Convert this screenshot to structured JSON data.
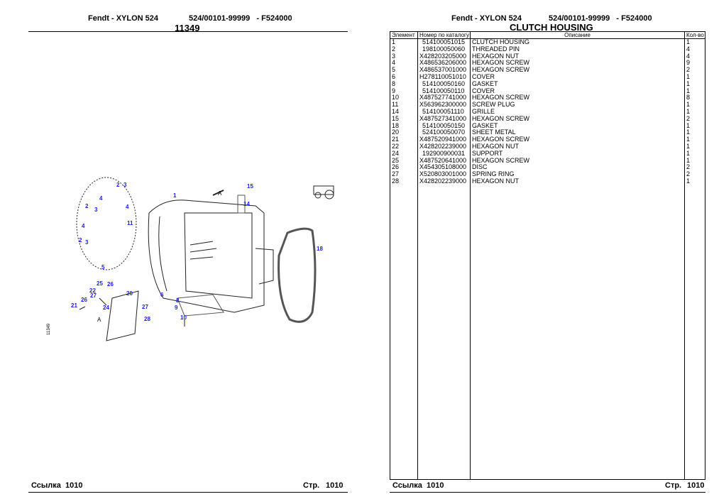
{
  "left_page": {
    "header_model": "Fendt - XYLON 524",
    "header_serial": "524/00101-99999   - F524000",
    "figure_number": "11349",
    "side_label": "11349",
    "footer_ref_label": "Ссылка",
    "footer_ref_value": "1010",
    "footer_page_label": "Стр.",
    "footer_page_value": "1010",
    "callouts": [
      "1",
      "2",
      "3",
      "4",
      "4",
      "2",
      "3",
      "11",
      "4",
      "2",
      "3",
      "5",
      "15",
      "14",
      "A",
      "18",
      "25",
      "26",
      "22",
      "27",
      "20",
      "6",
      "8",
      "26",
      "21",
      "24",
      "27",
      "9",
      "28",
      "A",
      "10"
    ]
  },
  "right_page": {
    "header_model": "Fendt - XYLON 524",
    "header_serial": "524/00101-99999   - F524000",
    "title": "CLUTCH HOUSING",
    "footer_ref_label": "Ссылка",
    "footer_ref_value": "1010",
    "footer_page_label": "Стр.",
    "footer_page_value": "1010",
    "columns": [
      "Элемент",
      "Номер по каталогу",
      "Описание",
      "Кол-во"
    ],
    "rows": [
      [
        "1",
        "514100051015",
        "CLUTCH HOUSING",
        "1"
      ],
      [
        "2",
        "198100050060",
        "THREADED PIN",
        "4"
      ],
      [
        "3",
        "X428203205000",
        "HEXAGON NUT",
        "4"
      ],
      [
        "4",
        "X486536206000",
        "HEXAGON SCREW",
        "9"
      ],
      [
        "5",
        "X486537001000",
        "HEXAGON SCREW",
        "2"
      ],
      [
        "6",
        "H278110051010",
        "COVER",
        "1"
      ],
      [
        "8",
        "514100050160",
        "GASKET",
        "1"
      ],
      [
        "9",
        "514100050110",
        "COVER",
        "1"
      ],
      [
        "10",
        "X487527741000",
        "HEXAGON SCREW",
        "8"
      ],
      [
        "11",
        "X563962300000",
        "SCREW PLUG",
        "1"
      ],
      [
        "14",
        "514100051110",
        "GRILLE",
        "1"
      ],
      [
        "15",
        "X487527341000",
        "HEXAGON SCREW",
        "2"
      ],
      [
        "18",
        "514100050150",
        "GASKET",
        "1"
      ],
      [
        "20",
        "524100050070",
        "SHEET METAL",
        "1"
      ],
      [
        "21",
        "X487520941000",
        "HEXAGON SCREW",
        "1"
      ],
      [
        "22",
        "X428202239000",
        "HEXAGON NUT",
        "1"
      ],
      [
        "24",
        "192900900031",
        "SUPPORT",
        "1"
      ],
      [
        "25",
        "X487520641000",
        "HEXAGON SCREW",
        "1"
      ],
      [
        "26",
        "X454305108000",
        "DISC",
        "2"
      ],
      [
        "27",
        "X520803001000",
        "SPRING RING",
        "2"
      ],
      [
        "28",
        "X428202239000",
        "HEXAGON NUT",
        "1"
      ]
    ]
  }
}
